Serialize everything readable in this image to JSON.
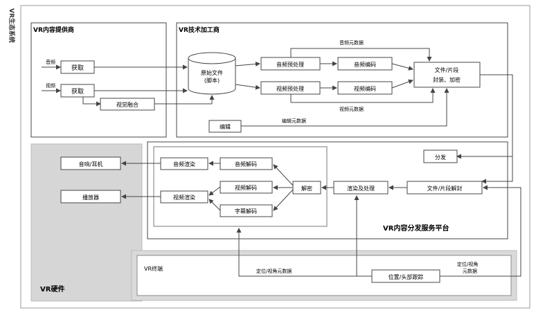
{
  "vertical_title": "VR生态系统",
  "regions": {
    "provider": "VR内容提供商",
    "processor": "VR技术加工商",
    "platform": "VR内容分发服务平台",
    "hardware": "VR硬件",
    "terminal": "VR终端"
  },
  "inputs": {
    "audio": "音频",
    "video": "视频"
  },
  "boxes": {
    "capture_audio": "获取",
    "capture_video": "获取",
    "av_sync": "视觉融合",
    "source_file_line1": "原始文件",
    "source_file_line2": "(脚本)",
    "audio_pre": "音频预处理",
    "video_pre": "视频预处理",
    "audio_enc": "音频编码",
    "video_enc": "视频编码",
    "file_pack_line1": "文件/片段",
    "file_pack_line2": "封装、加密",
    "editor": "编辑",
    "distribute": "分发",
    "file_decap": "文件/片段解封",
    "render_proc": "渲染及处理",
    "decrypt": "解密",
    "audio_decode": "音频解码",
    "video_decode": "视频解码",
    "subtitle_decode": "字幕解码",
    "audio_render": "音频渲染",
    "video_render": "视频渲染",
    "headphones": "音响/耳机",
    "player": "播放器",
    "motion_sensor": "位置/头部跟踪"
  },
  "edge_labels": {
    "audio_meta": "音频元数据",
    "video_meta": "视频元数据",
    "editor_meta": "编辑元数据",
    "position_meta": "定位/视角元数据",
    "position_meta_right_line1": "定位/视角",
    "position_meta_right_line2": "元数据"
  }
}
